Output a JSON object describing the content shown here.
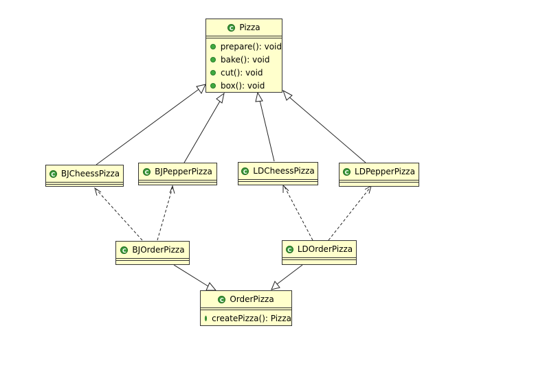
{
  "classes": {
    "pizza": {
      "name": "Pizza",
      "ops": [
        "prepare(): void",
        "bake(): void",
        "cut(): void",
        "box(): void"
      ]
    },
    "bjcheess": {
      "name": "BJCheessPizza"
    },
    "bjpepper": {
      "name": "BJPepperPizza"
    },
    "ldcheess": {
      "name": "LDCheessPizza"
    },
    "ldpepper": {
      "name": "LDPepperPizza"
    },
    "bjorder": {
      "name": "BJOrderPizza"
    },
    "ldorder": {
      "name": "LDOrderPizza"
    },
    "orderpizza": {
      "name": "OrderPizza",
      "ops": [
        "createPizza(): Pizza"
      ]
    }
  },
  "class_icon_letter": "C",
  "icons": {
    "class": "class-icon",
    "method": "public-method-icon"
  },
  "colors": {
    "class_fill": "#ffffcc",
    "class_icon": "#3c9a3c",
    "method_dot": "#3faa3f",
    "line": "#333333"
  }
}
